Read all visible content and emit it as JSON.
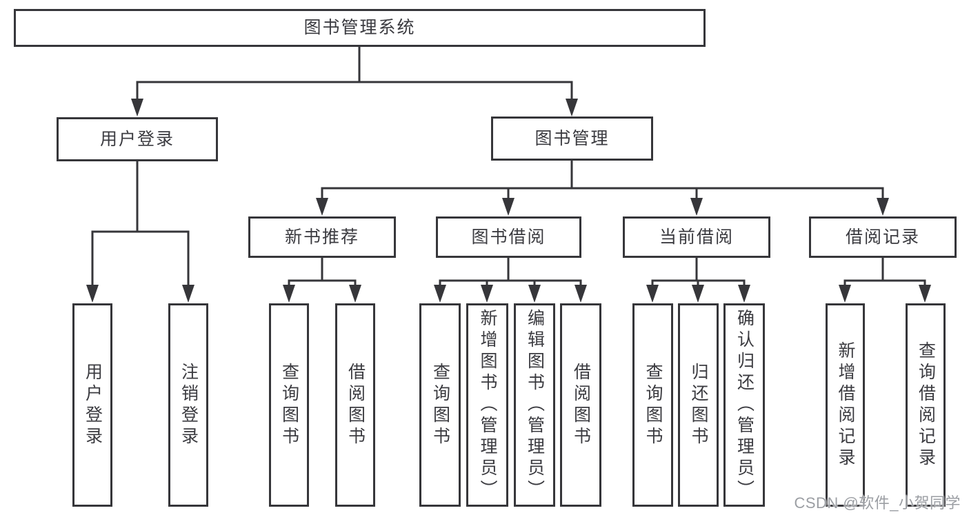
{
  "diagram": {
    "title": "图书管理系统",
    "root": {
      "label": "图书管理系统"
    },
    "level2": {
      "user_login": {
        "label": "用户登录"
      },
      "book_mgmt": {
        "label": "图书管理"
      }
    },
    "level3": {
      "new_book_rec": {
        "label": "新书推荐"
      },
      "book_borrow": {
        "label": "图书借阅"
      },
      "current_borrow": {
        "label": "当前借阅"
      },
      "borrow_record": {
        "label": "借阅记录"
      }
    },
    "leaves": {
      "user_login_1": {
        "label": "用户登录"
      },
      "user_login_2": {
        "label": "注销登录"
      },
      "new_book_rec_1": {
        "label": "查询图书"
      },
      "new_book_rec_2": {
        "label": "借阅图书"
      },
      "book_borrow_1": {
        "label": "查询图书"
      },
      "book_borrow_2": {
        "label": "新增图书（管理员）"
      },
      "book_borrow_3": {
        "label": "编辑图书（管理员）"
      },
      "book_borrow_4": {
        "label": "借阅图书"
      },
      "current_borrow_1": {
        "label": "查询图书"
      },
      "current_borrow_2": {
        "label": "归还图书"
      },
      "current_borrow_3": {
        "label": "确认归还（管理员）"
      },
      "borrow_record_1": {
        "label": "新增借阅记录"
      },
      "borrow_record_2": {
        "label": "查询借阅记录"
      }
    }
  },
  "watermark": {
    "text": "CSDN @软件_小贺同学"
  },
  "colors": {
    "line": "#36363a",
    "box_border": "#36363a",
    "box_fill": "#ffffff",
    "text": "#3b3b40",
    "watermark": "#9b9ea3",
    "background": "#ffffff"
  }
}
